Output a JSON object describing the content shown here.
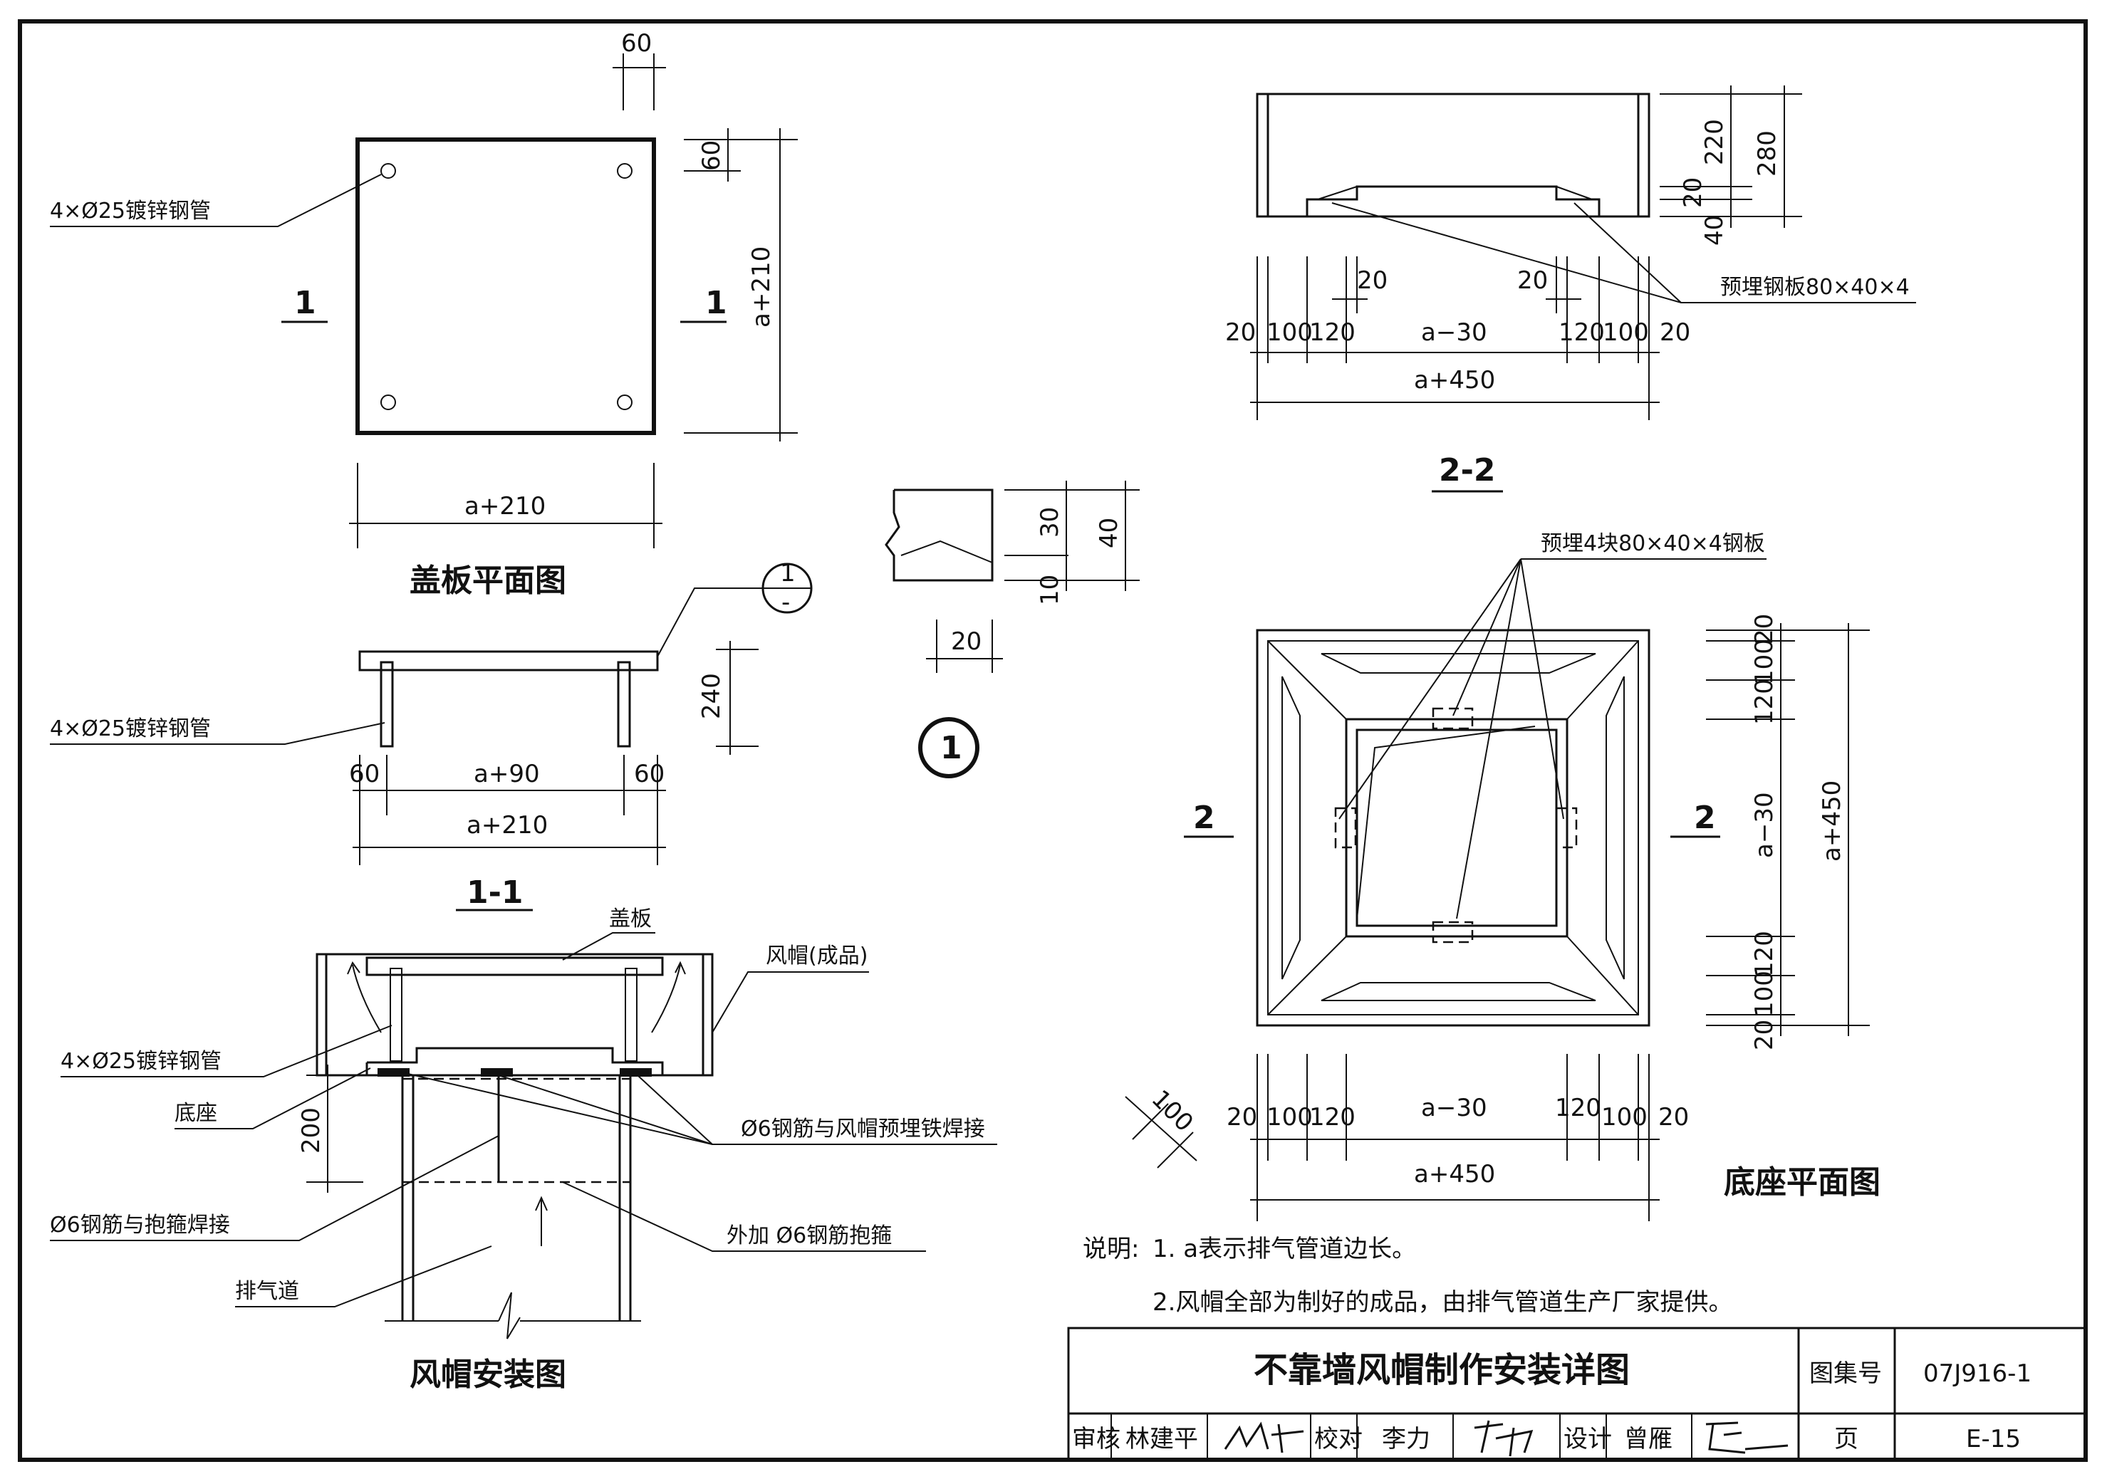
{
  "titles": {
    "cover_plan": "盖板平面图",
    "sec11": "1-1",
    "install": "风帽安装图",
    "sec22": "2-2",
    "base_plan": "底座平面图",
    "detail_no": "1"
  },
  "labels": {
    "pipes_top": "4×Ø25镀锌钢管",
    "pipes_mid": "4×Ø25镀锌钢管",
    "pipes_inst": "4×Ø25镀锌钢管",
    "cover": "盖板",
    "cap": "风帽(成品)",
    "base": "底座",
    "weld_hoop": "Ø6钢筋与抱箍焊接",
    "weld_cap": "Ø6钢筋与风帽预埋铁焊接",
    "hoop": "外加 Ø6钢筋抱箍",
    "flue": "排气道",
    "embed_22": "预埋钢板80×40×4",
    "embed_base": "预埋4块80×40×4钢板",
    "sec_mark": "1",
    "sec_mark2": "2",
    "callout_top": "1",
    "callout_bot": "-"
  },
  "dims": {
    "c60": "60",
    "c60b": "60",
    "ca210v": "a+210",
    "ca210h": "a+210",
    "s240": "240",
    "s60l": "60",
    "s90": "a+90",
    "s60r": "60",
    "s210": "a+210",
    "d30": "30",
    "d40": "40",
    "d10": "10",
    "d20": "20",
    "i200": "200",
    "t220": "220",
    "t280": "280",
    "t20": "20",
    "t40": "40",
    "t20a": "20",
    "t20b": "20",
    "t_20l": "20",
    "t_100l": "100",
    "t_120l": "120",
    "t_a30": "a−30",
    "t_120r": "120",
    "t_100r": "100",
    "t_20r": "20",
    "t_a450": "a+450",
    "b_20t": "20",
    "b_100t": "100",
    "b_120t": "120",
    "b_a30v": "a−30",
    "b_120b": "120",
    "b_100b": "100",
    "b_20b": "20",
    "b_a450v": "a+450",
    "b_diag": "100",
    "b_20l": "20",
    "b_100l": "100",
    "b_120l": "120",
    "b_a30": "a−30",
    "b_120r": "120",
    "b_100r": "100",
    "b_20r": "20",
    "b_a450": "a+450"
  },
  "notes": {
    "n0": "说明:",
    "n1": "1. a表示排气管道边长。",
    "n2": "2.风帽全部为制好的成品，由排气管道生产厂家提供。"
  },
  "titleblock": {
    "name": "不靠墙风帽制作安装详图",
    "atlas_label": "图集号",
    "atlas_no": "07J916-1",
    "review_label": "审核",
    "reviewer": "林建平",
    "check_label": "校对",
    "checker": "李力",
    "design_label": "设计",
    "designer": "曾雁",
    "page_label": "页",
    "page_no": "E-15"
  }
}
